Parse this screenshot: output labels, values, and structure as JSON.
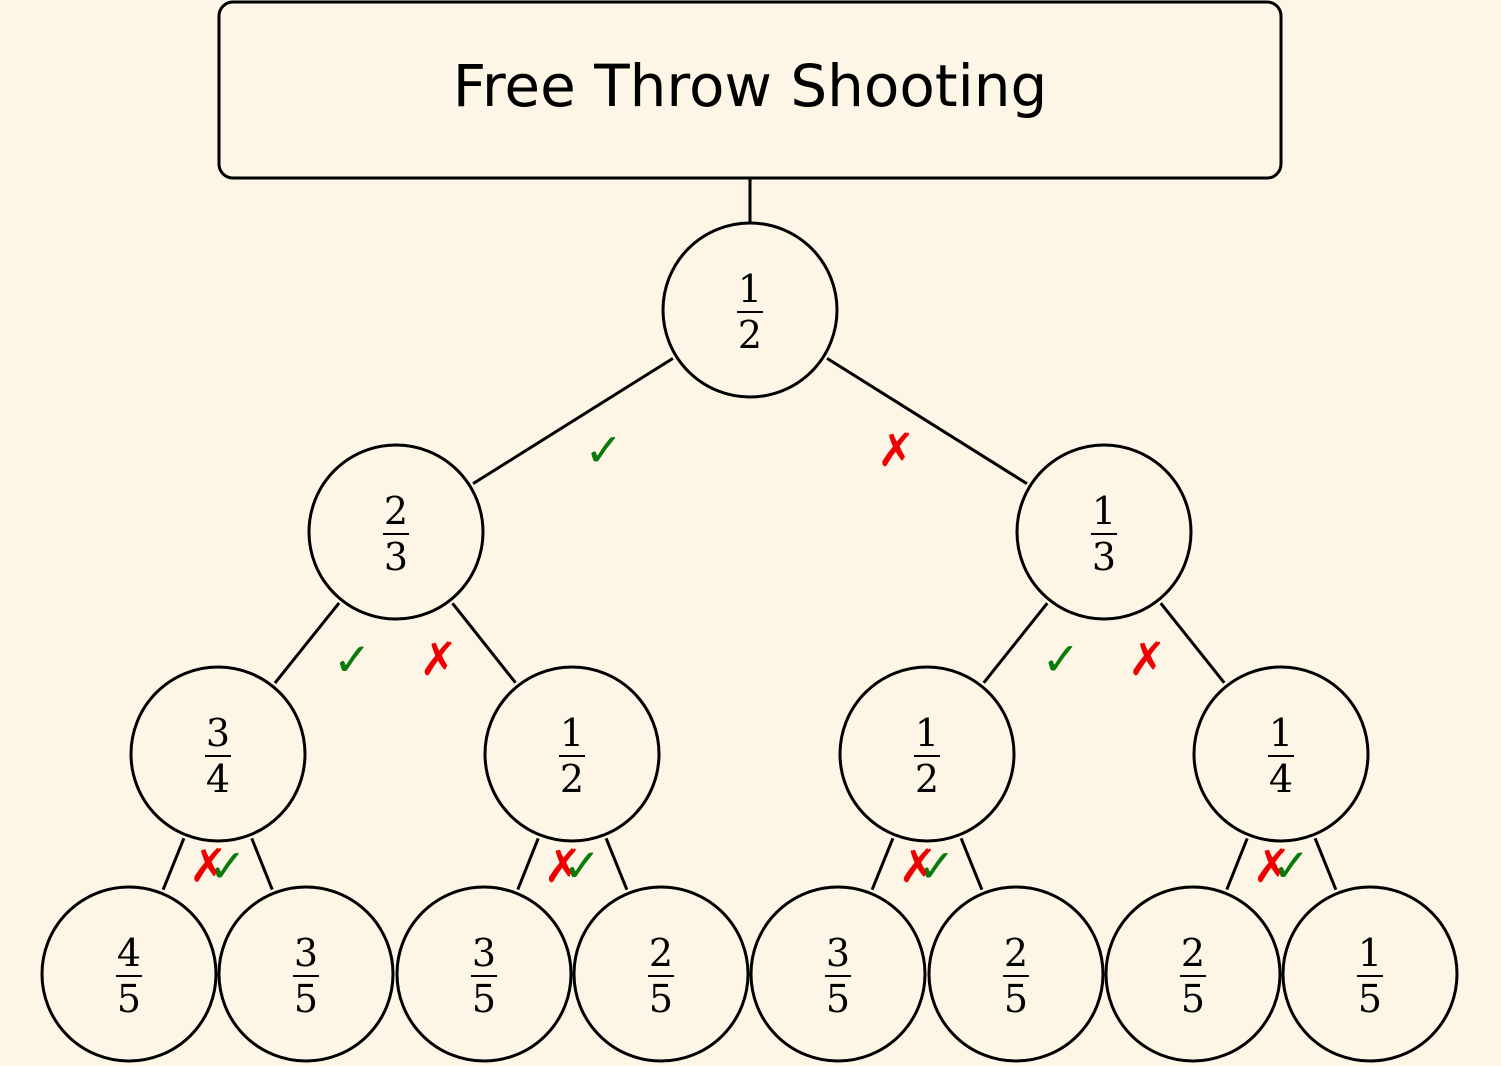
{
  "title": "Free Throw Shooting",
  "marks": {
    "made_symbol": "✓",
    "missed_symbol": "✗",
    "made_color": "#0a7a0a",
    "missed_color": "#ee0000"
  },
  "colors": {
    "background": "#fdf6e6",
    "stroke": "#000000"
  },
  "tree": {
    "value": {
      "num": "1",
      "den": "2"
    },
    "children": [
      {
        "value": {
          "num": "2",
          "den": "3"
        },
        "children": [
          {
            "value": {
              "num": "3",
              "den": "4"
            },
            "children": [
              {
                "value": {
                  "num": "4",
                  "den": "5"
                }
              },
              {
                "value": {
                  "num": "3",
                  "den": "5"
                }
              }
            ]
          },
          {
            "value": {
              "num": "1",
              "den": "2"
            },
            "children": [
              {
                "value": {
                  "num": "3",
                  "den": "5"
                }
              },
              {
                "value": {
                  "num": "2",
                  "den": "5"
                }
              }
            ]
          }
        ]
      },
      {
        "value": {
          "num": "1",
          "den": "3"
        },
        "children": [
          {
            "value": {
              "num": "1",
              "den": "2"
            },
            "children": [
              {
                "value": {
                  "num": "3",
                  "den": "5"
                }
              },
              {
                "value": {
                  "num": "2",
                  "den": "5"
                }
              }
            ]
          },
          {
            "value": {
              "num": "1",
              "den": "4"
            },
            "children": [
              {
                "value": {
                  "num": "2",
                  "den": "5"
                }
              },
              {
                "value": {
                  "num": "1",
                  "den": "5"
                }
              }
            ]
          }
        ]
      }
    ]
  }
}
